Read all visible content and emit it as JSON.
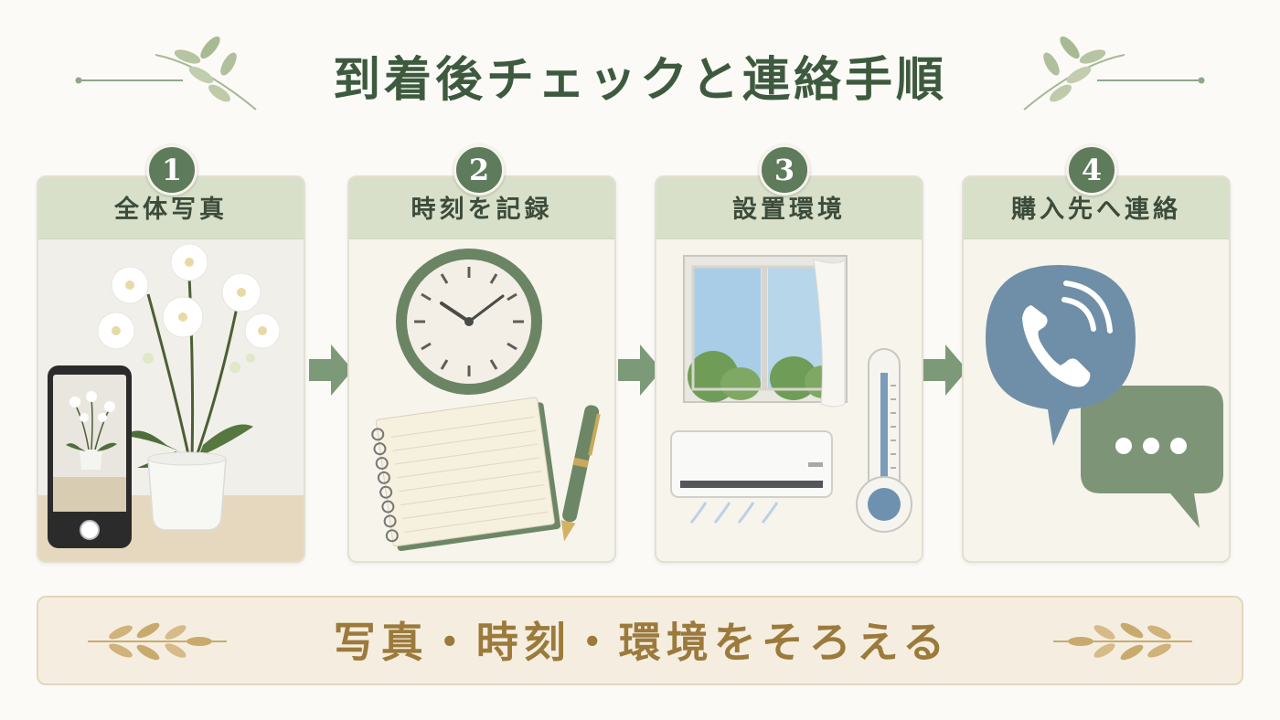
{
  "header": {
    "title": "到着後チェックと連絡手順"
  },
  "steps": [
    {
      "number": "1",
      "label": "全体写真",
      "icons": [
        "orchid-plant",
        "smartphone-camera"
      ]
    },
    {
      "number": "2",
      "label": "時刻を記録",
      "icons": [
        "clock",
        "notebook",
        "pen"
      ]
    },
    {
      "number": "3",
      "label": "設置環境",
      "icons": [
        "window",
        "air-conditioner",
        "thermometer"
      ]
    },
    {
      "number": "4",
      "label": "購入先へ連絡",
      "icons": [
        "phone-bubble",
        "chat-bubble"
      ]
    }
  ],
  "footer": {
    "text": "写真・時刻・環境をそろえる"
  },
  "colors": {
    "title": "#3d5a3e",
    "badge": "#5e7b5c",
    "card_header": "#d8e0c9",
    "arrow": "#7d9a78",
    "footer_text": "#9b7a3c",
    "footer_background": "#f5eee0",
    "phone_bubble": "#6f8fa8",
    "chat_bubble": "#7d9477"
  }
}
